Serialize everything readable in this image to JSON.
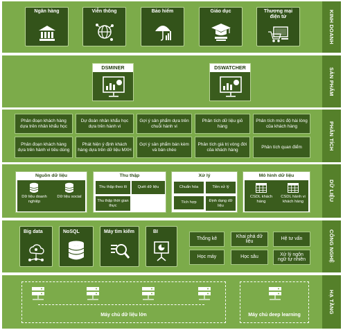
{
  "layers": {
    "business": {
      "tab": "KINH DOANH",
      "items": [
        "Ngân hàng",
        "Viễn thông",
        "Bảo hiểm",
        "Giáo dục",
        "Thương mại\nđiện tử"
      ]
    },
    "product": {
      "tab": "SẢN PHẨM",
      "items": [
        "DSMINER",
        "DSWATCHER"
      ]
    },
    "analysis": {
      "tab": "PHÂN TÍCH",
      "cells": [
        "Phân đoạn khách hàng dựa trên nhân khẩu học",
        "Dự đoán nhân khẩu học dựa trên hành vi",
        "Gợi ý sản phẩm dựa trên chuỗi hành vi",
        "Phân tích dữ liệu giỏ hàng",
        "Phân tích mức độ hài lòng của khách hàng",
        "Phân đoạn khách hàng dựa trên hành vi tiêu dùng",
        "Phát hiện ý định khách hàng dựa trên dữ liệu MXH",
        "Gợi ý sản phẩm bán kèm và bán chéo",
        "Phân tích giá trị vòng đời của khách hàng",
        "Phân tích quan điểm"
      ]
    },
    "data": {
      "tab": "DỮ LIỆU",
      "sources": {
        "title": "Nguồn dữ liệu",
        "items": [
          "Dữ liệu doanh nghiệp",
          "Dữ liệu social"
        ]
      },
      "collect": {
        "title": "Thu thập",
        "items": [
          "Thu thập theo lô",
          "Quét dữ liệu",
          "Thu thập thời gian thực"
        ]
      },
      "process": {
        "title": "Xử lý",
        "items": [
          "Chuẩn hóa",
          "Tiền xử lý",
          "Tích hợp",
          "Định dạng dữ liệu"
        ]
      },
      "model": {
        "title": "Mô hình dữ liệu",
        "items": [
          "CSDL khách hàng",
          "CSDL hành vi khách hàng"
        ]
      }
    },
    "tech": {
      "tab": "CÔNG NGHỆ",
      "tiles": [
        "Big data",
        "NoSQL",
        "Máy tìm kiếm",
        "BI"
      ],
      "boxes": [
        "Thống kê",
        "Khai phá dữ liệu",
        "Hệ tư vấn",
        "Học máy",
        "Học sâu",
        "Xử lý ngôn ngữ tự nhiên"
      ]
    },
    "infra": {
      "tab": "HẠ TẦNG",
      "groups": [
        "Máy chủ dữ liệu lớn",
        "Máy chủ deep learning"
      ]
    }
  }
}
